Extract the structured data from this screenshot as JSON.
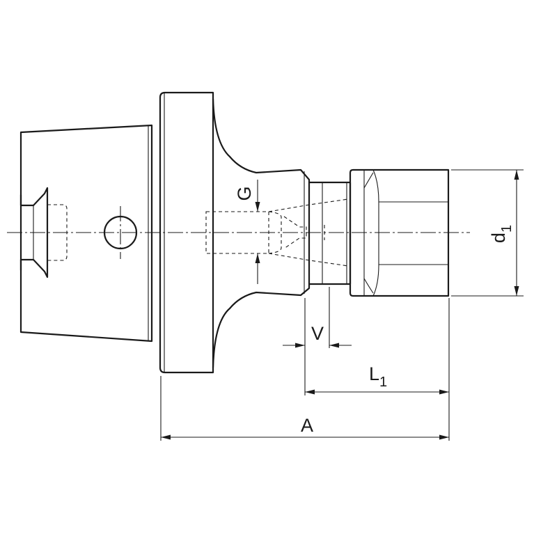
{
  "dimensions": {
    "G": "G",
    "V": "V",
    "L1": {
      "base": "L",
      "subscript": "1"
    },
    "A": "A",
    "d1": {
      "base": "d",
      "subscript": "1"
    }
  }
}
